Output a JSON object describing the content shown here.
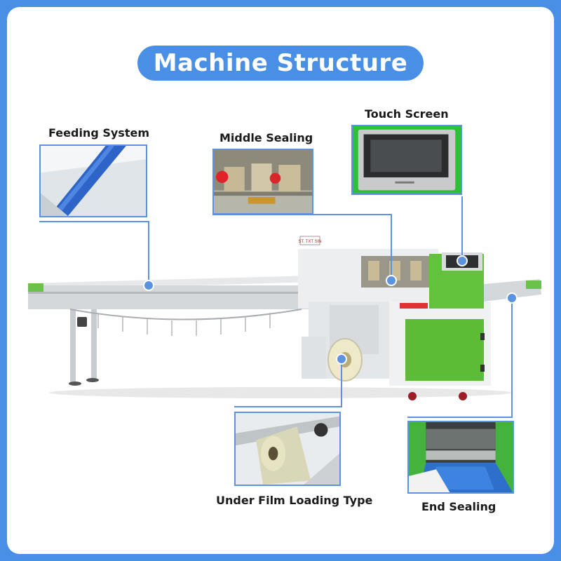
{
  "title": "Machine Structure",
  "callouts": [
    {
      "id": "feeding",
      "label": "Feeding System"
    },
    {
      "id": "middle",
      "label": "Middle Sealing"
    },
    {
      "id": "touch",
      "label": "Touch Screen"
    },
    {
      "id": "film",
      "label": "Under Film Loading Type"
    },
    {
      "id": "end",
      "label": "End Sealing"
    }
  ],
  "machine_sign": "ST. TXT SIN",
  "colors": {
    "frame": "#4a8fe6",
    "accent_line": "#5b93e0",
    "machine_green": "#62c23b",
    "steel": "#cfd3d6"
  }
}
